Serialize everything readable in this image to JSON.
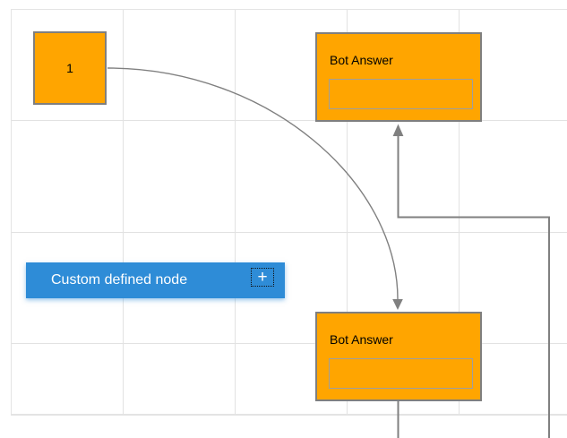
{
  "diagram": {
    "nodes": {
      "start": {
        "label": "1"
      },
      "bot_answer_top": {
        "title": "Bot Answer",
        "input_value": ""
      },
      "bot_answer_bottom": {
        "title": "Bot Answer",
        "input_value": ""
      },
      "custom": {
        "label": "Custom defined node",
        "add_icon": "+"
      }
    },
    "colors": {
      "node_fill": "#FFA500",
      "node_border": "#7F7F7F",
      "custom_node_fill": "#2E8CD7",
      "connector": "#808080",
      "gridline": "#E2E2E2"
    }
  }
}
